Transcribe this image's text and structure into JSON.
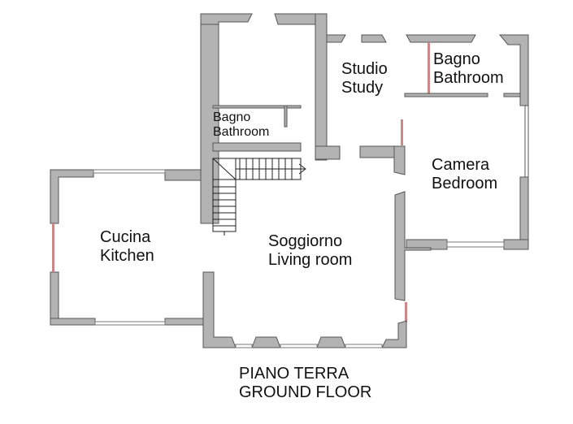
{
  "floor_plan": {
    "title": {
      "line1": "PIANO TERRA",
      "line2": "GROUND FLOOR"
    },
    "colors": {
      "wall_fill": "#b3b3b3",
      "wall_stroke": "#555555",
      "background": "#ffffff",
      "text": "#111111"
    },
    "rooms": [
      {
        "id": "studio",
        "it": "Studio",
        "en": "Study"
      },
      {
        "id": "bagno-upper-right",
        "it": "Bagno",
        "en": "Bathroom"
      },
      {
        "id": "bagno-left",
        "it": "Bagno",
        "en": "Bathroom"
      },
      {
        "id": "camera",
        "it": "Camera",
        "en": "Bedroom"
      },
      {
        "id": "cucina",
        "it": "Cucina",
        "en": "Kitchen"
      },
      {
        "id": "soggiorno",
        "it": "Soggiorno",
        "en": "Living room"
      }
    ],
    "features": [
      "staircase-with-direction-arrow"
    ]
  }
}
